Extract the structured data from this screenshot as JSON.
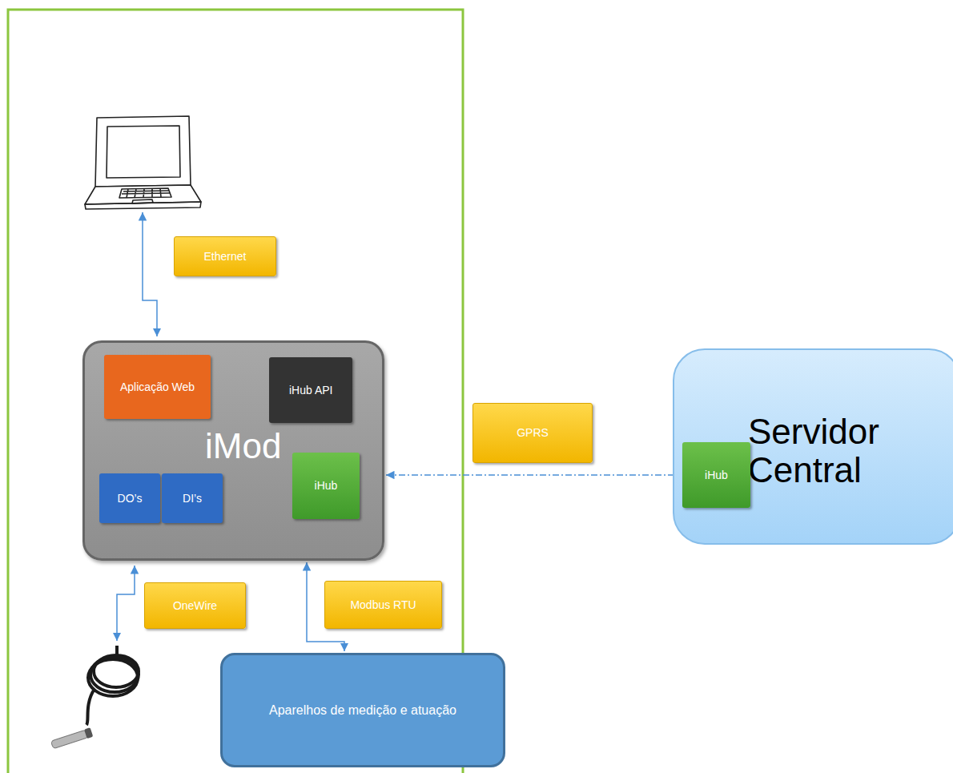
{
  "diagram": {
    "nodes": [
      {
        "text": [
          "Ethernet"
        ]
      },
      {
        "text": [
          "iMod"
        ]
      },
      {
        "text": [
          "Aplicação Web"
        ],
        "in": 1
      },
      {
        "text": [
          "iHub API"
        ],
        "in": 1
      },
      {
        "text": [
          "iHub"
        ],
        "in": 1
      },
      {
        "text": [
          "DO’s"
        ],
        "in": 1
      },
      {
        "text": [
          "DI’s"
        ],
        "in": 1
      },
      {
        "text": [
          "GPRS"
        ]
      },
      {
        "text": [
          "Servidor Central"
        ]
      },
      {
        "text": [
          "iHub"
        ],
        "in": 8
      },
      {
        "text": [
          "OneWire"
        ]
      },
      {
        "text": [
          "Modbus RTU"
        ]
      },
      {
        "text": [
          "Aparelhos de medição e atuação"
        ]
      }
    ],
    "edges": [
      {
        "from": 2,
        "to": 3,
        "arrow": "both"
      },
      {
        "from": 3,
        "to": 4,
        "arrow": "both"
      },
      {
        "from": 1,
        "to": 9,
        "arrow": "both"
      },
      {
        "from": 1,
        "to": 12,
        "arrow": "both"
      }
    ]
  }
}
